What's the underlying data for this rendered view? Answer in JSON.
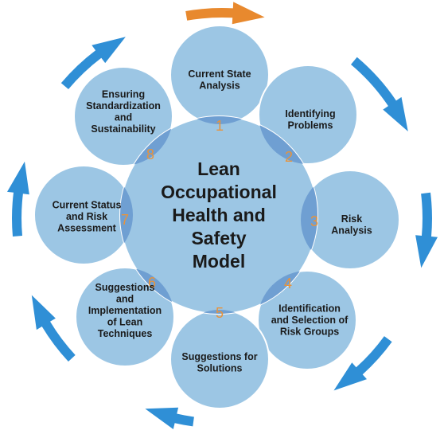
{
  "diagram": {
    "center": {
      "lines": [
        "Lean",
        "Occupational",
        "Health and",
        "Safety",
        "Model"
      ]
    },
    "steps": [
      {
        "number": "1",
        "lines": [
          "Current State",
          "Analysis"
        ]
      },
      {
        "number": "2",
        "lines": [
          "Identifying",
          "Problems"
        ]
      },
      {
        "number": "3",
        "lines": [
          "Risk",
          "Analysis"
        ]
      },
      {
        "number": "4",
        "lines": [
          "Identification",
          "and Selection of",
          "Risk Groups"
        ]
      },
      {
        "number": "5",
        "lines": [
          "Suggestions for",
          "Solutions"
        ]
      },
      {
        "number": "6",
        "lines": [
          "Suggestions",
          "and",
          "Implementation",
          "of Lean",
          "Techniques"
        ]
      },
      {
        "number": "7",
        "lines": [
          "Current Status",
          "and Risk",
          "Assessment"
        ]
      },
      {
        "number": "8",
        "lines": [
          "Ensuring",
          "Standardization",
          "and",
          "Sustainability"
        ]
      }
    ],
    "colors": {
      "satellite_fill": "#9cc6e4",
      "center_fill": "#9cc6e4",
      "overlap_fill": "#6f9fd2",
      "circle_stroke": "#ffffff",
      "number_color": "#e8933b",
      "arrow_blue": "#2f8fd6",
      "arrow_orange": "#e8892e"
    }
  }
}
